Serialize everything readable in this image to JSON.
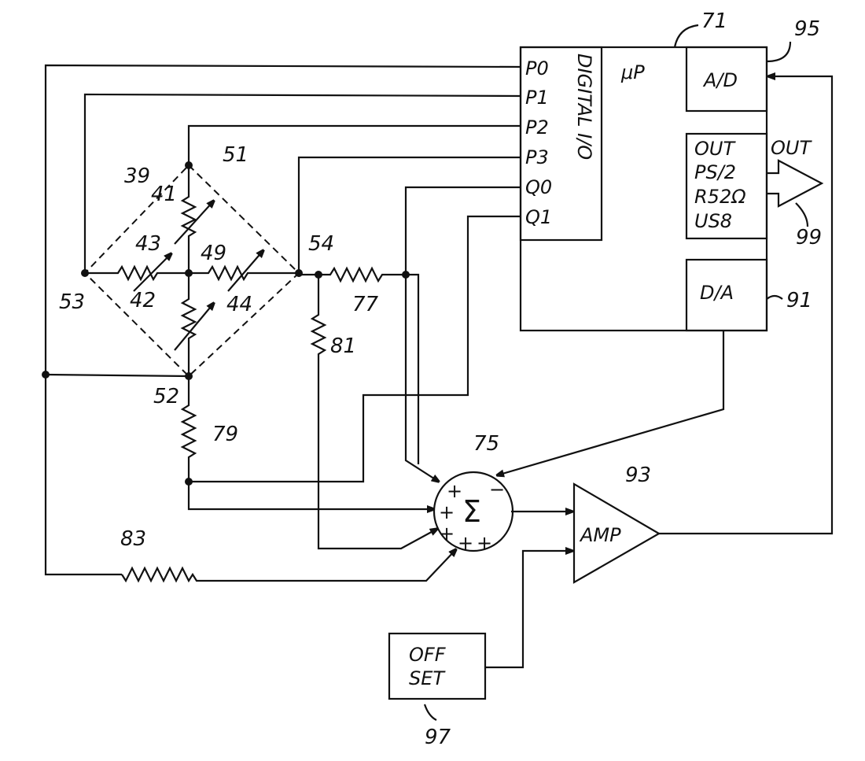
{
  "blocks": {
    "microprocessor": {
      "label": "μP",
      "ref": "71"
    },
    "digital_io": {
      "label": "DIGITAL I/O",
      "pins": [
        "P0",
        "P1",
        "P2",
        "P3",
        "Q0",
        "Q1"
      ]
    },
    "ad": {
      "label": "A/D",
      "ref": "95"
    },
    "out": {
      "lines": [
        "OUT",
        "PS/2",
        "R52Ω",
        "US8"
      ],
      "arrow_label": "OUT",
      "ref": "99"
    },
    "da": {
      "label": "D/A",
      "ref": "91"
    },
    "summer": {
      "label": "Σ",
      "ref": "75",
      "signs": [
        "−",
        "+",
        "+",
        "+",
        "+",
        "+"
      ]
    },
    "amp": {
      "label": "AMP",
      "ref": "93"
    },
    "offset": {
      "lines": [
        "OFF",
        "SET"
      ],
      "ref": "97"
    }
  },
  "refs": {
    "bridge": "39",
    "r41": "41",
    "r42": "42",
    "r43": "43",
    "r44": "44",
    "node49": "49",
    "node51": "51",
    "node52": "52",
    "node53": "53",
    "node54": "54",
    "r77": "77",
    "r79": "79",
    "r81": "81",
    "r83": "83"
  }
}
